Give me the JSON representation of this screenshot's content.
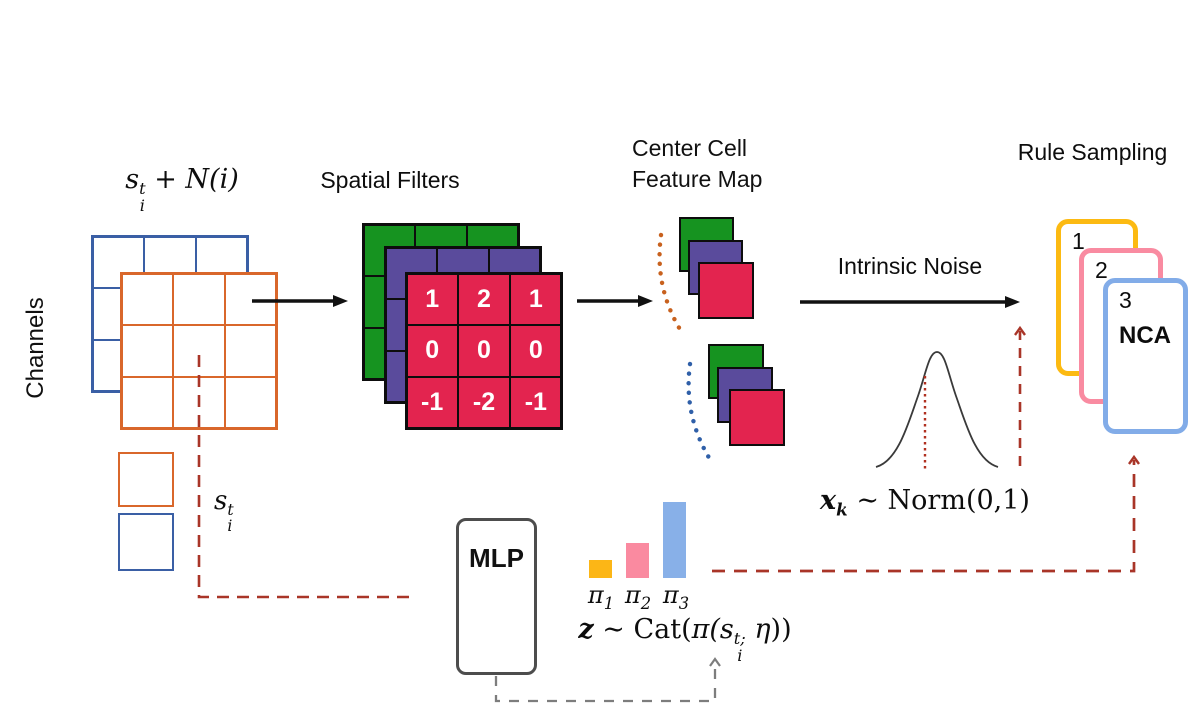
{
  "colors": {
    "grid_blue": "#3a5fa5",
    "grid_orange": "#d9672b",
    "filter_green": "#169320",
    "filter_purple": "#5a4b9c",
    "filter_red": "#e3244f",
    "card_yellow": "#fcba12",
    "card_pink": "#f98ba1",
    "card_blue": "#82ace8",
    "bar_yellow": "#fcb616",
    "bar_pink": "#fa8aa0",
    "bar_blue": "#88b0e8",
    "dashed_red": "#a93528",
    "dotted_orange": "#c8611e",
    "dotted_blue": "#2f5fa8",
    "dashed_gray": "#7d7d7d",
    "line_black": "#111111"
  },
  "left": {
    "channels_label": "Channels",
    "state_eq": {
      "s": "s",
      "sup": "t",
      "sub": "i",
      "plus": " + ",
      "noise": "N(i)"
    },
    "state_label": {
      "s": "s",
      "sup": "t",
      "sub": "i"
    }
  },
  "spatial_filters": {
    "title": "Spatial Filters",
    "front_values": [
      [
        "1",
        "2",
        "1"
      ],
      [
        "0",
        "0",
        "0"
      ],
      [
        "-1",
        "-2",
        "-1"
      ]
    ]
  },
  "feature_map": {
    "title_line1": "Center Cell",
    "title_line2": "Feature Map"
  },
  "noise": {
    "arrow_label": "Intrinsic Noise",
    "dist_eq": {
      "x": "x",
      "sub": "k",
      "rest": " ∼ Norm(0,1)"
    }
  },
  "rule_sampling": {
    "title": "Rule Sampling",
    "cards": [
      {
        "number": "1"
      },
      {
        "number": "2"
      },
      {
        "number": "3",
        "label": "NCA"
      }
    ]
  },
  "mlp": {
    "label": "MLP"
  },
  "bars": {
    "items": [
      {
        "label_base": "π",
        "label_sub": "1",
        "height": 18
      },
      {
        "label_base": "π",
        "label_sub": "2",
        "height": 35
      },
      {
        "label_base": "π",
        "label_sub": "3",
        "height": 76
      }
    ],
    "cat_eq": {
      "z": "z",
      "sim": " ∼ Cat(",
      "pis": "π(s",
      "sup": "t;",
      "sub": "i",
      "eta": " η",
      "close": "))"
    }
  }
}
